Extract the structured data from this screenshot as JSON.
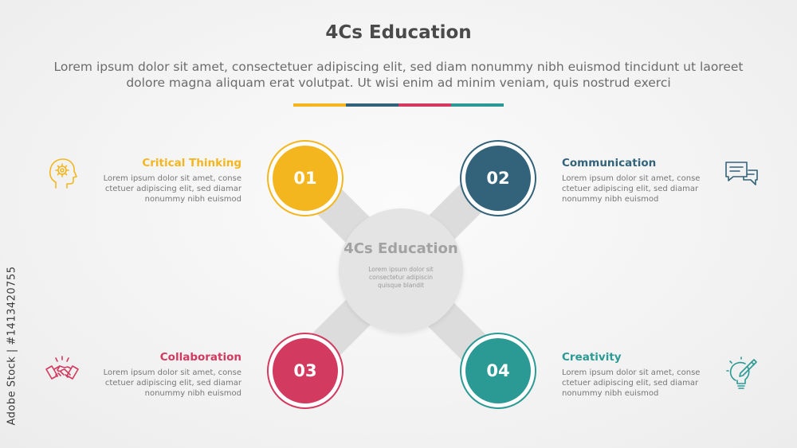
{
  "header": {
    "title": "4Cs Education",
    "subtitle": "Lorem ipsum dolor sit amet, consectetuer adipiscing elit, sed diam nonummy nibh euismod tincidunt ut laoreet dolore magna aliquam erat volutpat. Ut wisi enim ad minim veniam, quis nostrud exerci"
  },
  "colors": {
    "yellow": "#f3b61f",
    "navy": "#33637b",
    "crimson": "#d23a5f",
    "teal": "#2b9a94",
    "title_gray": "#4a4a4a"
  },
  "center": {
    "title": "4Cs Education",
    "description": "Lorem ipsum dolor sit consectetur adipiscin quisque blandit"
  },
  "items": [
    {
      "number": "01",
      "heading": "Critical Thinking",
      "text": "Lorem ipsum dolor sit amet, conse ctetuer adipiscing elit, sed diamar nonummy nibh euismod",
      "icon": "head-gear-icon"
    },
    {
      "number": "02",
      "heading": "Communication",
      "text": "Lorem ipsum dolor sit amet, conse ctetuer adipiscing elit, sed diamar nonummy nibh euismod",
      "icon": "chat-bubbles-icon"
    },
    {
      "number": "03",
      "heading": "Collaboration",
      "text": "Lorem ipsum dolor sit amet, conse ctetuer adipiscing elit, sed diamar nonummy nibh euismod",
      "icon": "handshake-icon"
    },
    {
      "number": "04",
      "heading": "Creativity",
      "text": "Lorem ipsum dolor sit amet, conse ctetuer adipiscing elit, sed diamar nonummy nibh euismod",
      "icon": "lightbulb-pencil-icon"
    }
  ],
  "watermark": {
    "text": "Adobe Stock | #1413420755"
  }
}
